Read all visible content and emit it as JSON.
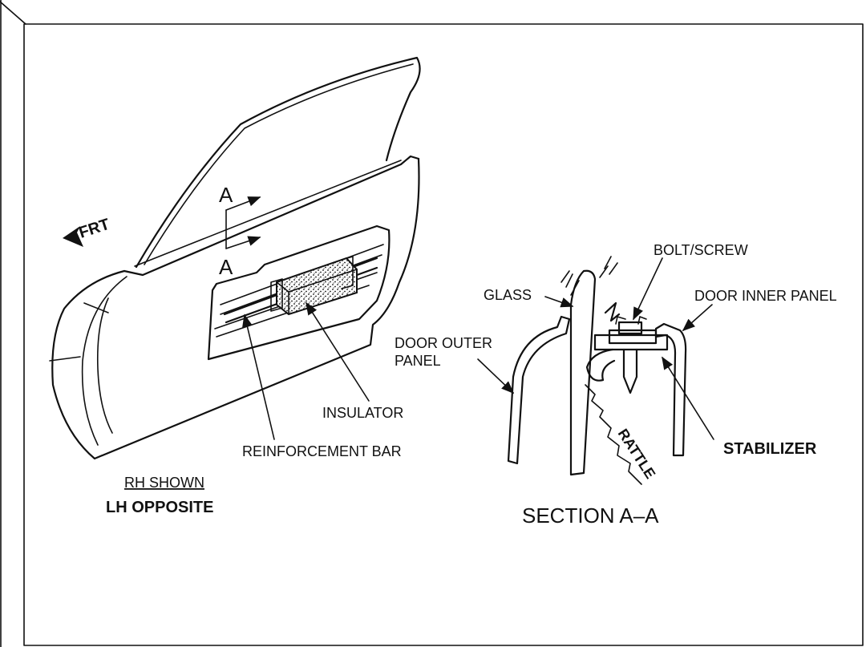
{
  "labels": {
    "frt": "FRT",
    "section_a_top": "A",
    "section_a_bottom": "A",
    "insulator": "INSULATOR",
    "reinforcement_bar": "REINFORCEMENT BAR",
    "rh_shown": "RH SHOWN",
    "lh_opposite": "LH OPPOSITE",
    "glass": "GLASS",
    "bolt_screw": "BOLT/SCREW",
    "door_inner_panel": "DOOR INNER PANEL",
    "door_outer_panel_line1": "DOOR OUTER",
    "door_outer_panel_line2": "PANEL",
    "rattle": "RATTLE",
    "stabilizer": "STABILIZER",
    "section_title": "SECTION A–A"
  }
}
